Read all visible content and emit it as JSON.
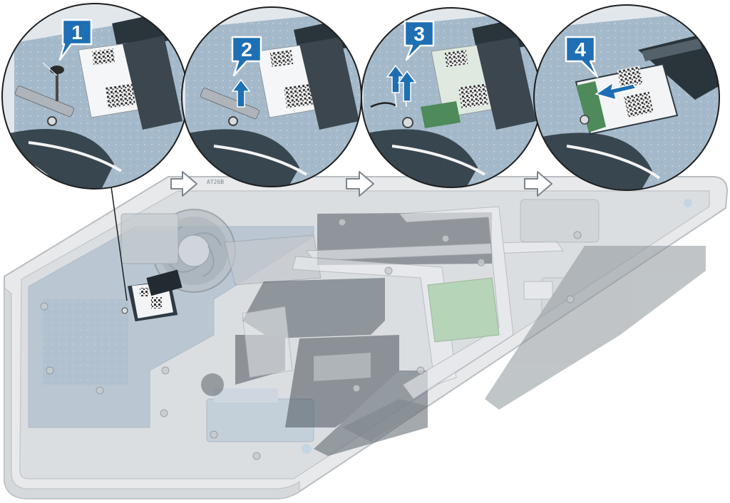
{
  "steps": [
    {
      "number": "1"
    },
    {
      "number": "2"
    },
    {
      "number": "3"
    },
    {
      "number": "4"
    }
  ],
  "board_marking": "AT26B",
  "colors": {
    "callout_blue": "#1e6fb3",
    "chassis_gray": "#c9cdd1",
    "board_blue": "#6f93b1",
    "card_green": "#4f8a5a",
    "arrow_outline": "#7d858c"
  }
}
